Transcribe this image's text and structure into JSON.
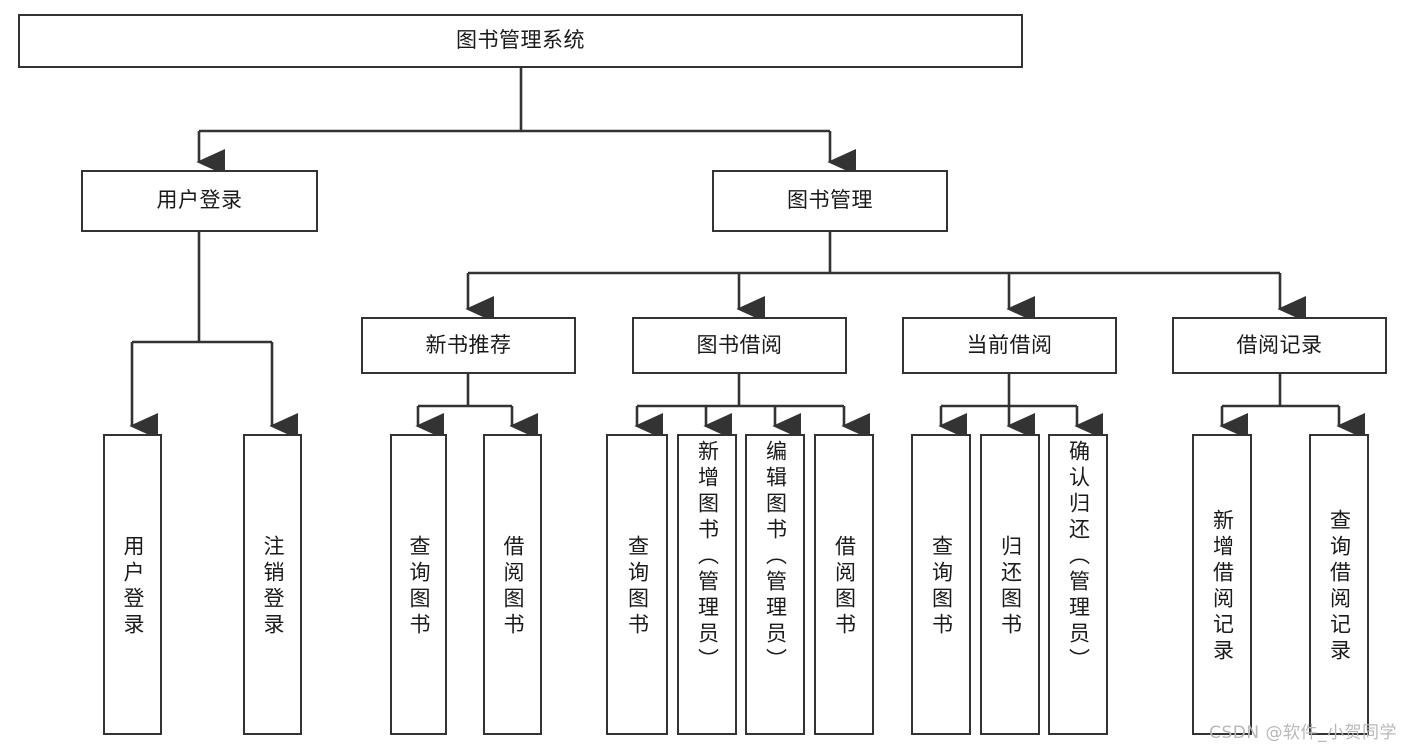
{
  "diagram": {
    "title": "图书管理系统",
    "type": "tree-hierarchy-chart",
    "root": {
      "label": "图书管理系统"
    },
    "level2": [
      {
        "label": "用户登录"
      },
      {
        "label": "图书管理"
      }
    ],
    "level3": [
      {
        "label": "新书推荐"
      },
      {
        "label": "图书借阅"
      },
      {
        "label": "当前借阅"
      },
      {
        "label": "借阅记录"
      }
    ],
    "leaves": {
      "user_login": [
        {
          "label": "用户登录"
        },
        {
          "label": "注销登录"
        }
      ],
      "new_book": [
        {
          "label": "查询图书"
        },
        {
          "label": "借阅图书"
        }
      ],
      "book_borrow": [
        {
          "label": "查询图书"
        },
        {
          "label": "新增图书（管理员）"
        },
        {
          "label": "编辑图书（管理员）"
        },
        {
          "label": "借阅图书"
        }
      ],
      "current_borrow": [
        {
          "label": "查询图书"
        },
        {
          "label": "归还图书"
        },
        {
          "label": "确认归还（管理员）"
        }
      ],
      "borrow_record": [
        {
          "label": "新增借阅记录"
        },
        {
          "label": "查询借阅记录"
        }
      ]
    }
  },
  "watermark": {
    "text": "CSDN @软件_小贺同学"
  },
  "colors": {
    "box_border": "#333333",
    "box_fill": "#ffffff",
    "connector": "#333333",
    "text": "#1a1a1a",
    "watermark": "#b8b8b8"
  }
}
